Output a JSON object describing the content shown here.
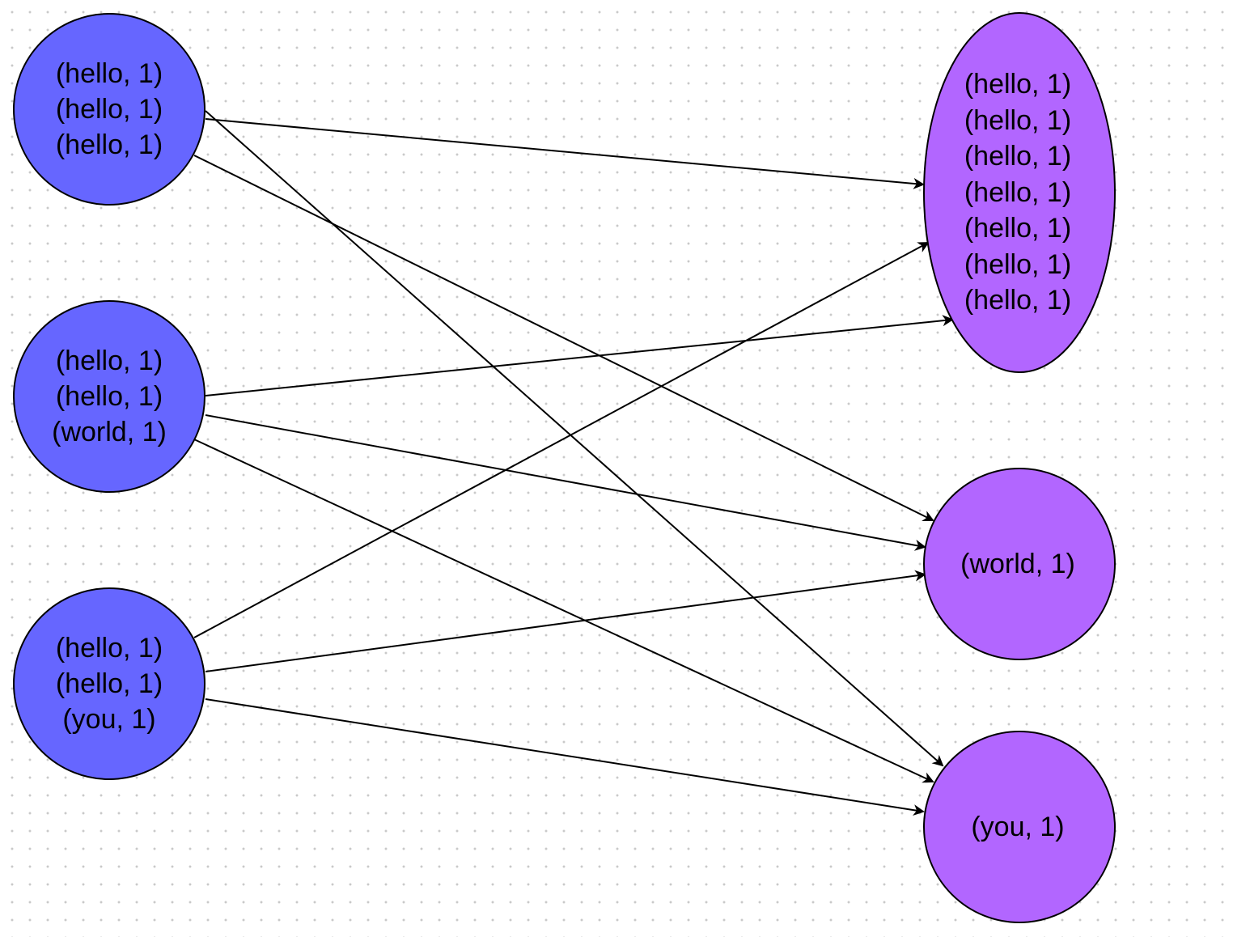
{
  "colors": {
    "source_fill": "#6666ff",
    "target_fill": "#b266ff",
    "stroke": "#000000",
    "edge": "#000000"
  },
  "sources": [
    {
      "id": "s1",
      "lines": [
        "(hello, 1)",
        "(hello, 1)",
        "(hello, 1)"
      ]
    },
    {
      "id": "s2",
      "lines": [
        "(hello, 1)",
        "(hello, 1)",
        "(world, 1)"
      ]
    },
    {
      "id": "s3",
      "lines": [
        "(hello, 1)",
        "(hello, 1)",
        "(you, 1)"
      ]
    }
  ],
  "targets": [
    {
      "id": "t1",
      "lines": [
        "(hello, 1)",
        "(hello, 1)",
        "(hello, 1)",
        "(hello, 1)",
        "(hello, 1)",
        "(hello, 1)",
        "(hello, 1)"
      ]
    },
    {
      "id": "t2",
      "lines": [
        "(world, 1)"
      ]
    },
    {
      "id": "t3",
      "lines": [
        "(you, 1)"
      ]
    }
  ],
  "edges": [
    {
      "from": "s1",
      "to": "t1"
    },
    {
      "from": "s1",
      "to": "t2"
    },
    {
      "from": "s1",
      "to": "t3"
    },
    {
      "from": "s2",
      "to": "t1"
    },
    {
      "from": "s2",
      "to": "t2"
    },
    {
      "from": "s2",
      "to": "t3"
    },
    {
      "from": "s3",
      "to": "t1"
    },
    {
      "from": "s3",
      "to": "t2"
    },
    {
      "from": "s3",
      "to": "t3"
    }
  ]
}
